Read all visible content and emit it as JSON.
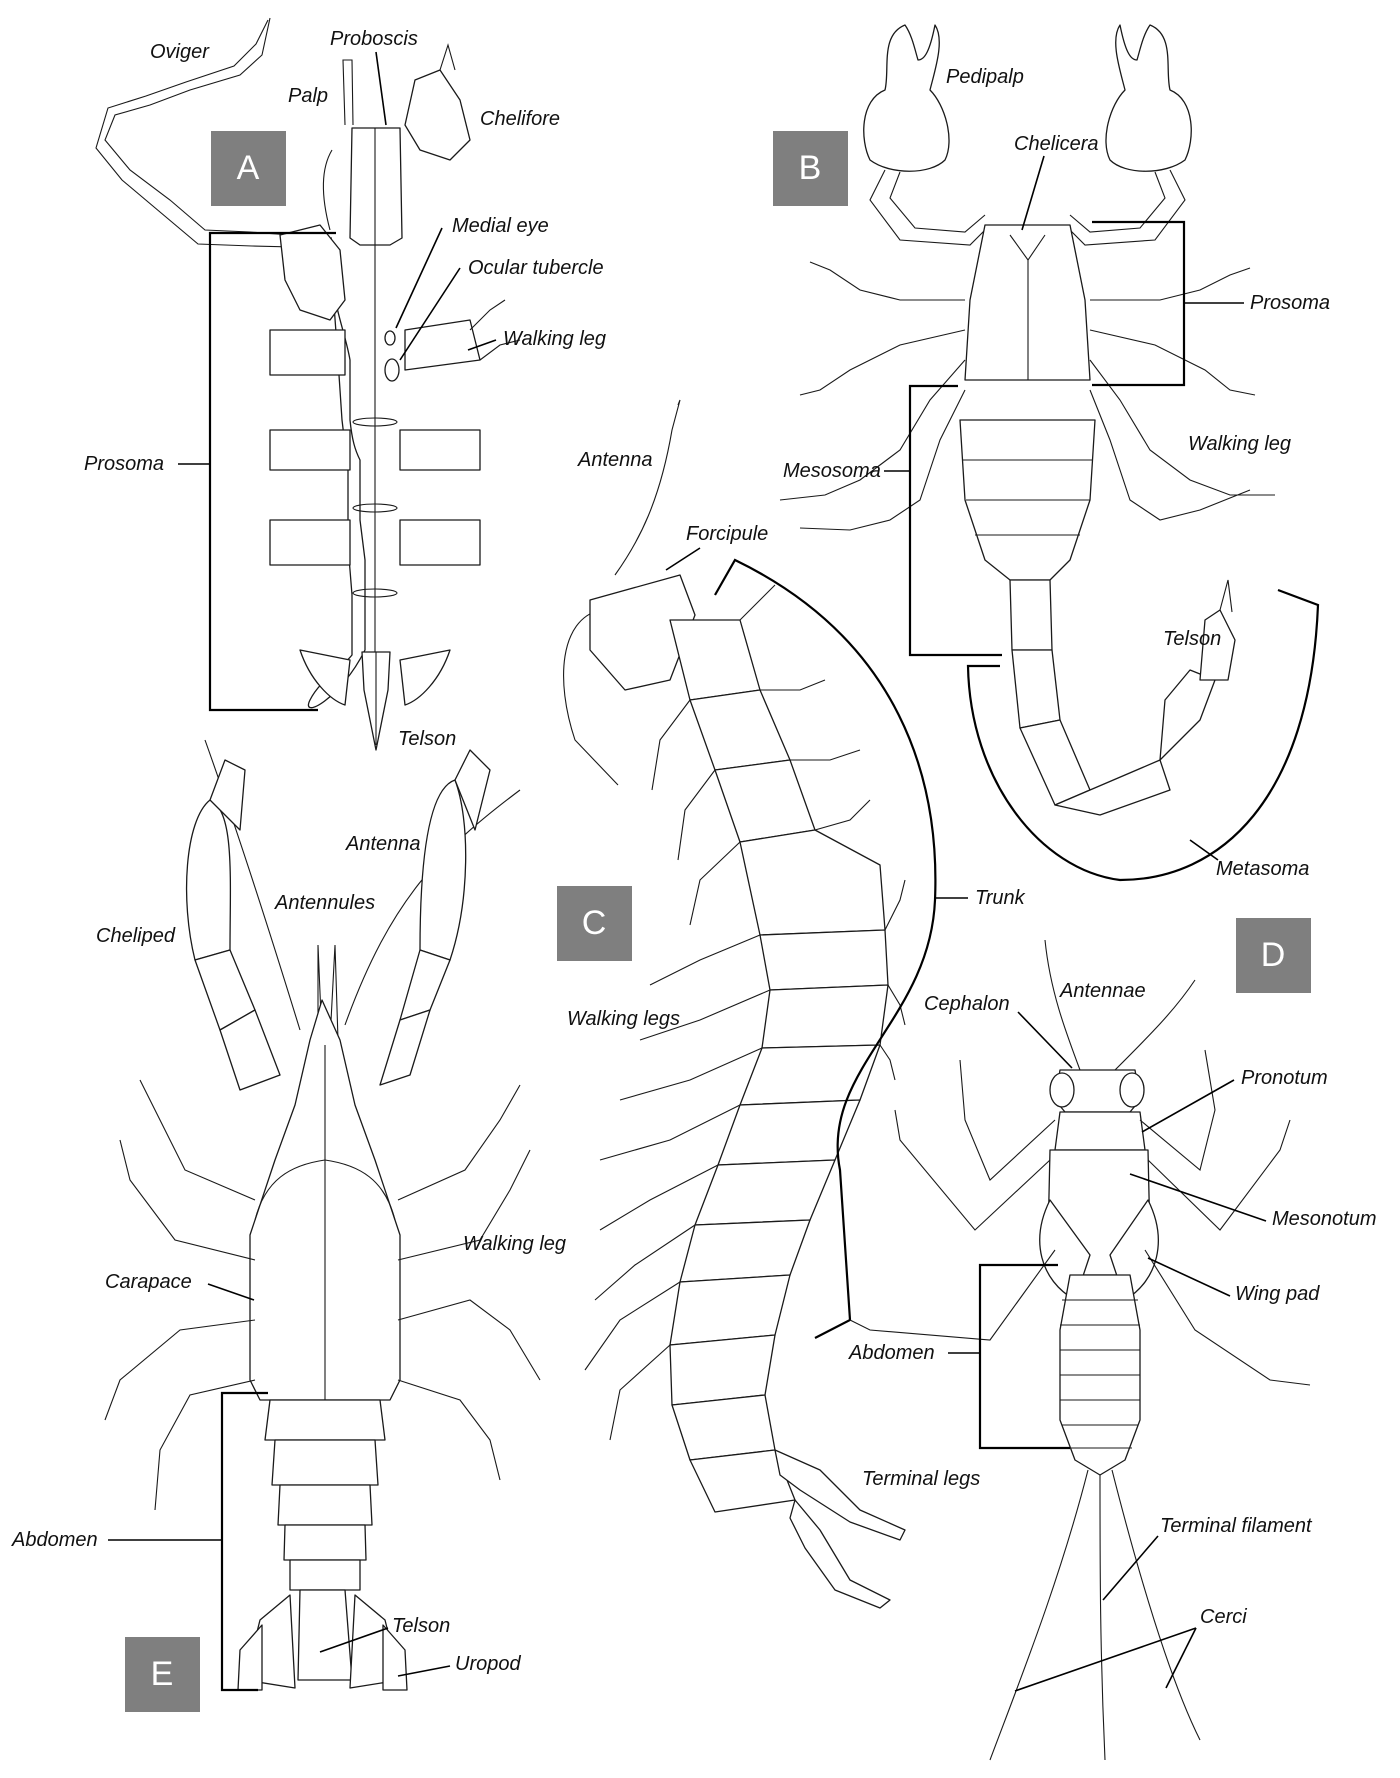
{
  "panels": {
    "A": {
      "letter": "A",
      "labels": {
        "oviger": "Oviger",
        "proboscis": "Proboscis",
        "palp": "Palp",
        "chelifore": "Chelifore",
        "medial_eye": "Medial eye",
        "ocular_tubercle": "Ocular tubercle",
        "walking_leg": "Walking leg",
        "prosoma": "Prosoma",
        "telson": "Telson"
      }
    },
    "B": {
      "letter": "B",
      "labels": {
        "pedipalp": "Pedipalp",
        "chelicera": "Chelicera",
        "prosoma": "Prosoma",
        "walking_leg": "Walking leg",
        "mesosoma": "Mesosoma",
        "telson": "Telson",
        "metasoma": "Metasoma"
      }
    },
    "C": {
      "letter": "C",
      "labels": {
        "antenna": "Antenna",
        "forcipule": "Forcipule",
        "trunk": "Trunk",
        "walking_legs": "Walking legs",
        "terminal_legs": "Terminal legs"
      }
    },
    "D": {
      "letter": "D",
      "labels": {
        "cephalon": "Cephalon",
        "antennae": "Antennae",
        "pronotum": "Pronotum",
        "mesonotum": "Mesonotum",
        "wing_pad": "Wing pad",
        "abdomen": "Abdomen",
        "terminal_filament": "Terminal filament",
        "cerci": "Cerci"
      }
    },
    "E": {
      "letter": "E",
      "labels": {
        "antenna": "Antenna",
        "antennules": "Antennules",
        "cheliped": "Cheliped",
        "walking_leg": "Walking leg",
        "carapace": "Carapace",
        "abdomen": "Abdomen",
        "telson": "Telson",
        "uropod": "Uropod"
      }
    }
  }
}
